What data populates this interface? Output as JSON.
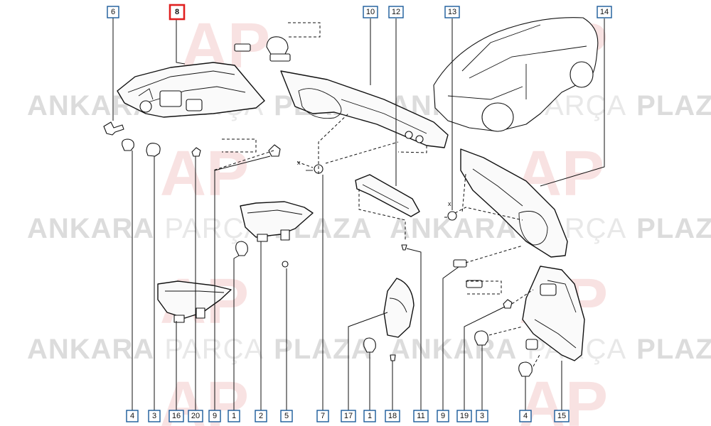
{
  "watermark": {
    "part1": "ANKARA",
    "part2": "PARÇA",
    "part3": "PLAZA"
  },
  "callouts": {
    "top": [
      "6",
      "8",
      "10",
      "12",
      "13",
      "14"
    ],
    "bottom": [
      "4",
      "3",
      "16",
      "20",
      "9",
      "1",
      "2",
      "5",
      "7",
      "17",
      "1",
      "18",
      "11",
      "9",
      "19",
      "3",
      "4",
      "15"
    ],
    "highlighted": "8"
  },
  "colors": {
    "highlight": "#e02020",
    "callout_border": "#1a5a9a",
    "watermark": "#dcdcdc",
    "logo": "#f3c9c9"
  }
}
